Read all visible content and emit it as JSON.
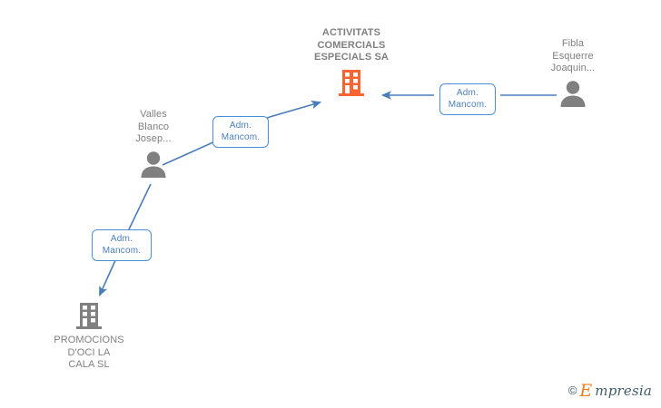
{
  "diagram": {
    "type": "relationship-graph",
    "background": "#ffffff",
    "colors": {
      "company_active": "#fa6432",
      "company_inactive": "#808080",
      "person": "#808080",
      "edge": "#4a7ebb",
      "label_border": "#4a90d9",
      "label_text": "#4a7ebb",
      "node_text": "#808080"
    },
    "nodes": [
      {
        "id": "main-company",
        "name": "activitats-comercials-especials-sa",
        "label": "ACTIVITATS\nCOMERCIALS\nESPECIALS SA",
        "kind": "company",
        "state": "active",
        "icon": "building-icon",
        "label_position": "top"
      },
      {
        "id": "person-fibla",
        "name": "fibla-esquerre-joaquin",
        "label": "Fibla\nEsquerre\nJoaquin...",
        "kind": "person",
        "state": "inactive",
        "icon": "person-icon",
        "label_position": "top"
      },
      {
        "id": "person-valles",
        "name": "valles-blanco-josep",
        "label": "Valles\nBlanco\nJosep...",
        "kind": "person",
        "state": "inactive",
        "icon": "person-icon",
        "label_position": "top"
      },
      {
        "id": "company-promocions",
        "name": "promocions-doci-la-cala-sl",
        "label": "PROMOCIONS\nD'OCI LA\nCALA SL",
        "kind": "company",
        "state": "inactive",
        "icon": "building-icon",
        "label_position": "bottom"
      }
    ],
    "edges": [
      {
        "id": "edge-valles-to-main",
        "from": "person-valles",
        "to": "main-company",
        "label": "Adm.\nMancom.",
        "direction": "forward"
      },
      {
        "id": "edge-fibla-to-main",
        "from": "person-fibla",
        "to": "main-company",
        "label": "Adm.\nMancom.",
        "direction": "forward"
      },
      {
        "id": "edge-valles-to-promocions",
        "from": "person-valles",
        "to": "company-promocions",
        "label": "Adm.\nMancom.",
        "direction": "forward"
      }
    ]
  },
  "watermark": {
    "copyright": "©",
    "brand_initial": "E",
    "brand_rest": "mpresia"
  }
}
